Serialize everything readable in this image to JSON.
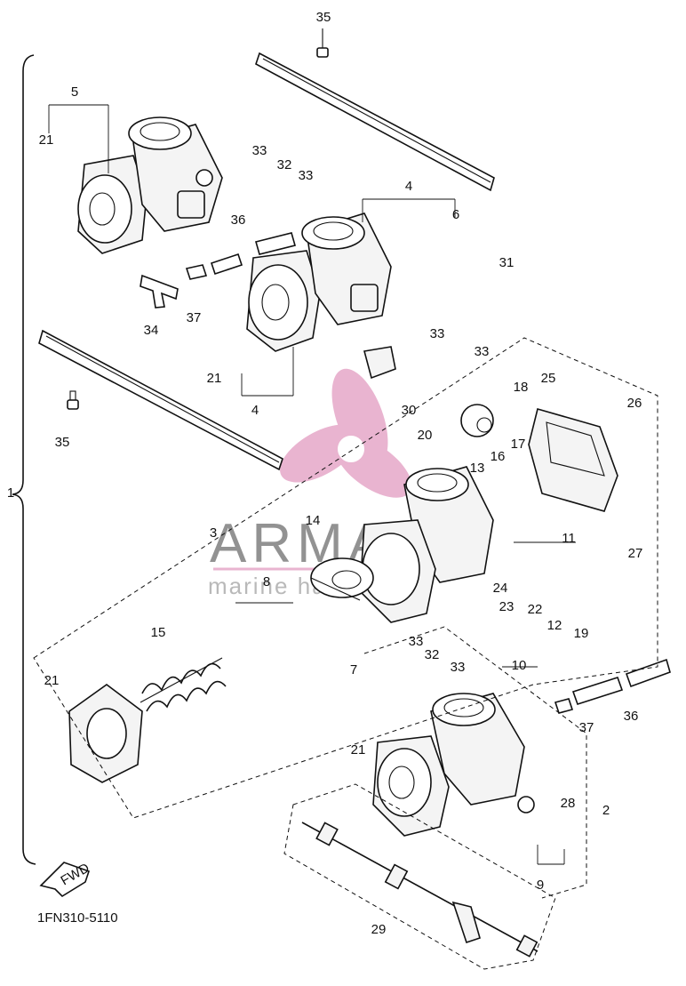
{
  "diagram": {
    "code": "1FN310-5110",
    "fwd_label": "FWD",
    "watermark": {
      "brand": "ARMADA",
      "sub": "marine hardware"
    },
    "callouts": [
      {
        "n": "35"
      },
      {
        "n": "5"
      },
      {
        "n": "21"
      },
      {
        "n": "33"
      },
      {
        "n": "32"
      },
      {
        "n": "33"
      },
      {
        "n": "4"
      },
      {
        "n": "6"
      },
      {
        "n": "36"
      },
      {
        "n": "34"
      },
      {
        "n": "37"
      },
      {
        "n": "31"
      },
      {
        "n": "33"
      },
      {
        "n": "33"
      },
      {
        "n": "21"
      },
      {
        "n": "4"
      },
      {
        "n": "18"
      },
      {
        "n": "25"
      },
      {
        "n": "26"
      },
      {
        "n": "30"
      },
      {
        "n": "35"
      },
      {
        "n": "20"
      },
      {
        "n": "17"
      },
      {
        "n": "16"
      },
      {
        "n": "13"
      },
      {
        "n": "1"
      },
      {
        "n": "3"
      },
      {
        "n": "14"
      },
      {
        "n": "11"
      },
      {
        "n": "27"
      },
      {
        "n": "8"
      },
      {
        "n": "24"
      },
      {
        "n": "23"
      },
      {
        "n": "22"
      },
      {
        "n": "12"
      },
      {
        "n": "19"
      },
      {
        "n": "15"
      },
      {
        "n": "7"
      },
      {
        "n": "10"
      },
      {
        "n": "33"
      },
      {
        "n": "32"
      },
      {
        "n": "33"
      },
      {
        "n": "21"
      },
      {
        "n": "37"
      },
      {
        "n": "36"
      },
      {
        "n": "21"
      },
      {
        "n": "28"
      },
      {
        "n": "2"
      },
      {
        "n": "9"
      },
      {
        "n": "29"
      }
    ]
  }
}
